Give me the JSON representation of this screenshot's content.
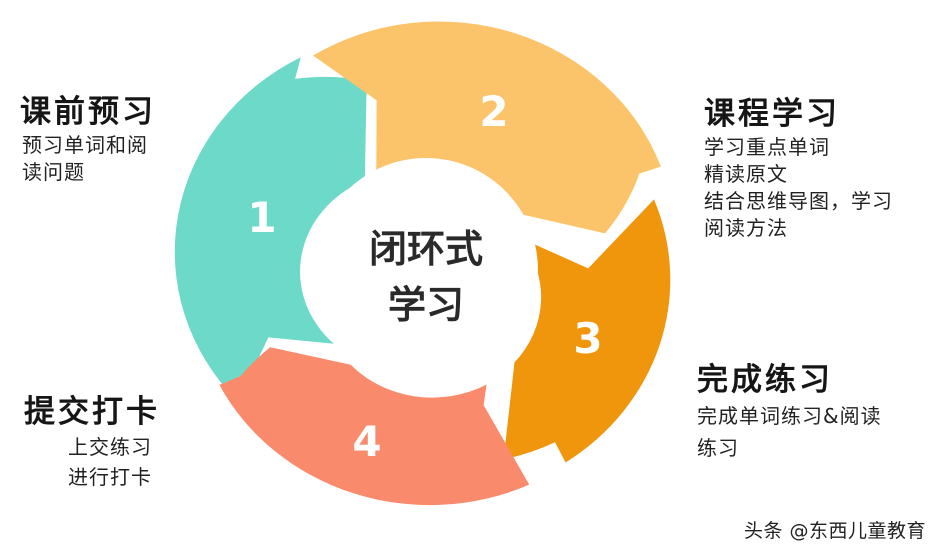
{
  "center": {
    "line1": "闭环式",
    "line2": "学习"
  },
  "steps": [
    {
      "number": "1",
      "color": "#6DD9C8",
      "title": "课前预习",
      "lines": [
        "预习单词和阅",
        "读问题"
      ]
    },
    {
      "number": "2",
      "color": "#FCC46A",
      "title": "课程学习",
      "lines": [
        "学习重点单词",
        "精读原文",
        "结合思维导图，学习",
        "阅读方法"
      ]
    },
    {
      "number": "3",
      "color": "#F0960D",
      "title": "完成练习",
      "lines": [
        "完成单词练习&阅读",
        "练习"
      ]
    },
    {
      "number": "4",
      "color": "#FA8A6C",
      "title": "提交打卡",
      "lines": [
        "上交练习",
        "进行打卡"
      ]
    }
  ],
  "watermark": "头条 @东西儿童教育"
}
